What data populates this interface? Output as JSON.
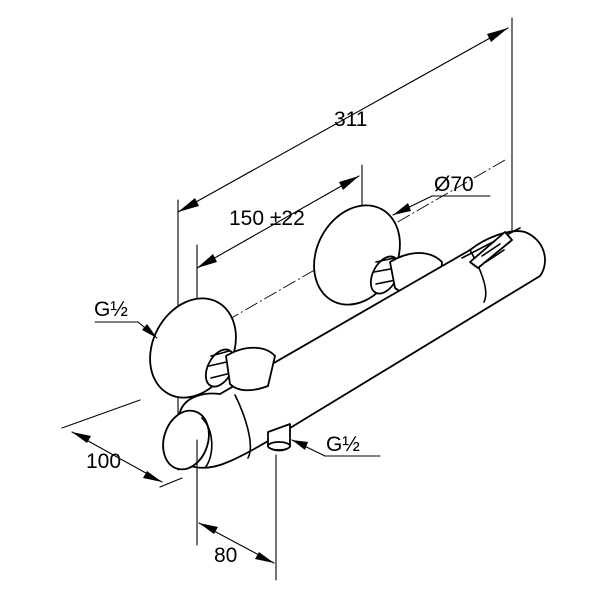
{
  "drawing": {
    "dimensions": {
      "overall_length": "311",
      "center_distance": "150 ±22",
      "rosette_diameter": "Ø70",
      "depth": "100",
      "outlet_offset": "80"
    },
    "threads": {
      "inlet": "G½",
      "outlet": "G½"
    }
  }
}
